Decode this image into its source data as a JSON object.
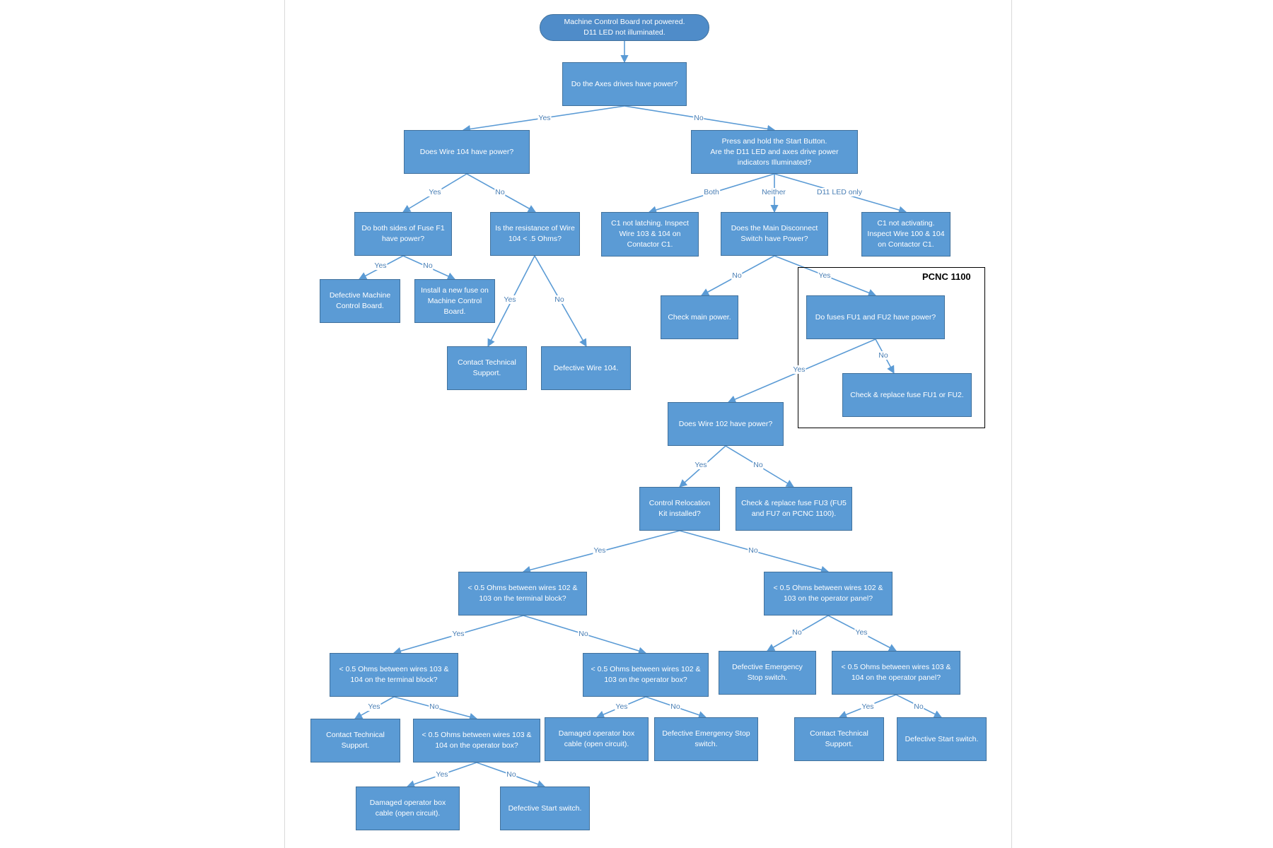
{
  "nodes": {
    "start": "Machine Control Board not powered.\nD11 LED not illuminated.",
    "axes": "Do the Axes drives have power?",
    "wire104": "Does Wire 104 have power?",
    "pressstart": "Press and hold the Start Button.\nAre the D11 LED and axes drive power indicators Illuminated?",
    "fusef1": "Do both sides of Fuse F1 have power?",
    "res104": "Is the resistance of Wire 104 < .5 Ohms?",
    "c1latch": "C1 not latching.  Inspect Wire 103 & 104 on Contactor C1.",
    "maindisc": "Does the Main Disconnect Switch have Power?",
    "c1act": "C1 not activating. Inspect Wire 100 & 104 on Contactor C1.",
    "defmcb": "Defective Machine Control Board.",
    "installfuse": "Install a new fuse on Machine Control Board.",
    "checkmain": "Check main power.",
    "fu12": "Do fuses FU1 and FU2 have power?",
    "ctsupport1": "Contact Technical Support.",
    "defwire104": "Defective Wire 104.",
    "replfu12": "Check & replace fuse FU1 or FU2.",
    "wire102": "Does Wire 102 have power?",
    "relockit": "Control Relocation Kit installed?",
    "fu3": "Check & replace fuse FU3 (FU5 and FU7 on PCNC 1100).",
    "ohm102tb": "< 0.5 Ohms between wires 102 & 103 on the terminal block?",
    "ohm102panel": "< 0.5 Ohms between wires 102 & 103 on the operator panel?",
    "ohm103tb": "< 0.5 Ohms between wires 103 & 104 on the terminal block?",
    "ohm102box": "< 0.5 Ohms between wires 102 & 103 on the operator box?",
    "defestop1": "Defective Emergency Stop switch.",
    "ohm103panel": "< 0.5 Ohms between wires 103 & 104 on the operator panel?",
    "ctsupport2": "Contact Technical Support.",
    "ohm103box": "< 0.5 Ohms between wires 103 & 104 on the operator box?",
    "dmgcable1": "Damaged operator box cable (open circuit).",
    "defestop2": "Defective Emergency Stop switch.",
    "ctsupport3": "Contact Technical Support.",
    "defstart1": "Defective Start switch.",
    "dmgcable2": "Damaged operator box cable (open circuit).",
    "defstart2": "Defective Start switch."
  },
  "labels": {
    "yes": "Yes",
    "no": "No",
    "both": "Both",
    "neither": "Neither",
    "d11only": "D11 LED only"
  },
  "group_title": "PCNC 1100",
  "colors": {
    "node_fill": "#5b9bd5",
    "node_border": "#41719c",
    "line": "#5b9bd5",
    "label_text": "#4a7fb5"
  }
}
